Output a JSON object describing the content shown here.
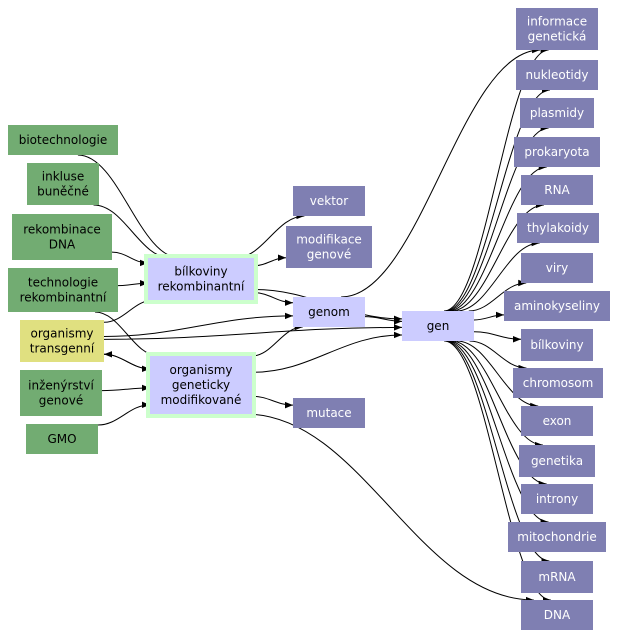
{
  "colors": {
    "green": "#72ac72",
    "yellow": "#e0e080",
    "lavender": "#ccccff",
    "lavender_glow": "#ccffcc",
    "purple": "#7f7fb2",
    "edge": "#000000"
  },
  "nodes": {
    "biotechnologie": {
      "lines": [
        "biotechnologie"
      ],
      "style": "green",
      "text_color": "#000000"
    },
    "inkluse": {
      "lines": [
        "inkluse",
        "buněčné"
      ],
      "style": "green",
      "text_color": "#000000"
    },
    "rekombinace": {
      "lines": [
        "rekombinace",
        "DNA"
      ],
      "style": "green",
      "text_color": "#000000"
    },
    "technologie": {
      "lines": [
        "technologie",
        "rekombinantní"
      ],
      "style": "green",
      "text_color": "#000000"
    },
    "organismy_transgenni": {
      "lines": [
        "organismy",
        "transgenní"
      ],
      "style": "yellow",
      "text_color": "#000000"
    },
    "inzenyrstvi": {
      "lines": [
        "inženýrství",
        "genové"
      ],
      "style": "green",
      "text_color": "#000000"
    },
    "gmo": {
      "lines": [
        "GMO"
      ],
      "style": "green",
      "text_color": "#000000"
    },
    "bilkoviny_rekomb": {
      "lines": [
        "bílkoviny",
        "rekombinantní"
      ],
      "style": "glow",
      "text_color": "#000000"
    },
    "organismy_gm": {
      "lines": [
        "organismy",
        "geneticky",
        "modifikované"
      ],
      "style": "glow",
      "text_color": "#000000"
    },
    "vektor": {
      "lines": [
        "vektor"
      ],
      "style": "purple",
      "text_color": "#ffffff"
    },
    "modifikace": {
      "lines": [
        "modifikace",
        "genové"
      ],
      "style": "purple",
      "text_color": "#ffffff"
    },
    "genom": {
      "lines": [
        "genom"
      ],
      "style": "lavender",
      "text_color": "#000000"
    },
    "mutace": {
      "lines": [
        "mutace"
      ],
      "style": "purple",
      "text_color": "#ffffff"
    },
    "gen": {
      "lines": [
        "gen"
      ],
      "style": "lavender",
      "text_color": "#000000"
    },
    "informace": {
      "lines": [
        "informace",
        "genetická"
      ],
      "style": "purple",
      "text_color": "#ffffff"
    },
    "nukleotidy": {
      "lines": [
        "nukleotidy"
      ],
      "style": "purple",
      "text_color": "#ffffff"
    },
    "plasmidy": {
      "lines": [
        "plasmidy"
      ],
      "style": "purple",
      "text_color": "#ffffff"
    },
    "prokaryota": {
      "lines": [
        "prokaryota"
      ],
      "style": "purple",
      "text_color": "#ffffff"
    },
    "rna": {
      "lines": [
        "RNA"
      ],
      "style": "purple",
      "text_color": "#ffffff"
    },
    "thylakoidy": {
      "lines": [
        "thylakoidy"
      ],
      "style": "purple",
      "text_color": "#ffffff"
    },
    "viry": {
      "lines": [
        "viry"
      ],
      "style": "purple",
      "text_color": "#ffffff"
    },
    "aminokyseliny": {
      "lines": [
        "aminokyseliny"
      ],
      "style": "purple",
      "text_color": "#ffffff"
    },
    "bilkoviny": {
      "lines": [
        "bílkoviny"
      ],
      "style": "purple",
      "text_color": "#ffffff"
    },
    "chromosom": {
      "lines": [
        "chromosom"
      ],
      "style": "purple",
      "text_color": "#ffffff"
    },
    "exon": {
      "lines": [
        "exon"
      ],
      "style": "purple",
      "text_color": "#ffffff"
    },
    "genetika": {
      "lines": [
        "genetika"
      ],
      "style": "purple",
      "text_color": "#ffffff"
    },
    "introny": {
      "lines": [
        "introny"
      ],
      "style": "purple",
      "text_color": "#ffffff"
    },
    "mitochondrie": {
      "lines": [
        "mitochondrie"
      ],
      "style": "purple",
      "text_color": "#ffffff"
    },
    "mrna": {
      "lines": [
        "mRNA"
      ],
      "style": "purple",
      "text_color": "#ffffff"
    },
    "dna": {
      "lines": [
        "DNA"
      ],
      "style": "purple",
      "text_color": "#ffffff"
    }
  },
  "edges": [
    [
      "biotechnologie",
      "bilkoviny_rekomb"
    ],
    [
      "inkluse",
      "bilkoviny_rekomb"
    ],
    [
      "rekombinace",
      "bilkoviny_rekomb"
    ],
    [
      "technologie",
      "bilkoviny_rekomb"
    ],
    [
      "technologie",
      "organismy_gm"
    ],
    [
      "organismy_transgenni",
      "bilkoviny_rekomb"
    ],
    [
      "organismy_transgenni",
      "organismy_gm"
    ],
    [
      "organismy_transgenni",
      "genom"
    ],
    [
      "organismy_transgenni",
      "gen"
    ],
    [
      "organismy_gm",
      "organismy_transgenni"
    ],
    [
      "inzenyrstvi",
      "organismy_gm"
    ],
    [
      "gmo",
      "organismy_gm"
    ],
    [
      "bilkoviny_rekomb",
      "vektor"
    ],
    [
      "bilkoviny_rekomb",
      "modifikace"
    ],
    [
      "bilkoviny_rekomb",
      "genom"
    ],
    [
      "bilkoviny_rekomb",
      "gen"
    ],
    [
      "organismy_gm",
      "genom"
    ],
    [
      "organismy_gm",
      "mutace"
    ],
    [
      "organismy_gm",
      "gen"
    ],
    [
      "organismy_gm",
      "dna"
    ],
    [
      "genom",
      "gen"
    ],
    [
      "genom",
      "informace"
    ],
    [
      "gen",
      "informace"
    ],
    [
      "gen",
      "nukleotidy"
    ],
    [
      "gen",
      "plasmidy"
    ],
    [
      "gen",
      "prokaryota"
    ],
    [
      "gen",
      "rna"
    ],
    [
      "gen",
      "thylakoidy"
    ],
    [
      "gen",
      "viry"
    ],
    [
      "gen",
      "aminokyseliny"
    ],
    [
      "gen",
      "bilkoviny"
    ],
    [
      "gen",
      "chromosom"
    ],
    [
      "gen",
      "exon"
    ],
    [
      "gen",
      "genetika"
    ],
    [
      "gen",
      "introny"
    ],
    [
      "gen",
      "mitochondrie"
    ],
    [
      "gen",
      "mrna"
    ],
    [
      "gen",
      "dna"
    ]
  ]
}
